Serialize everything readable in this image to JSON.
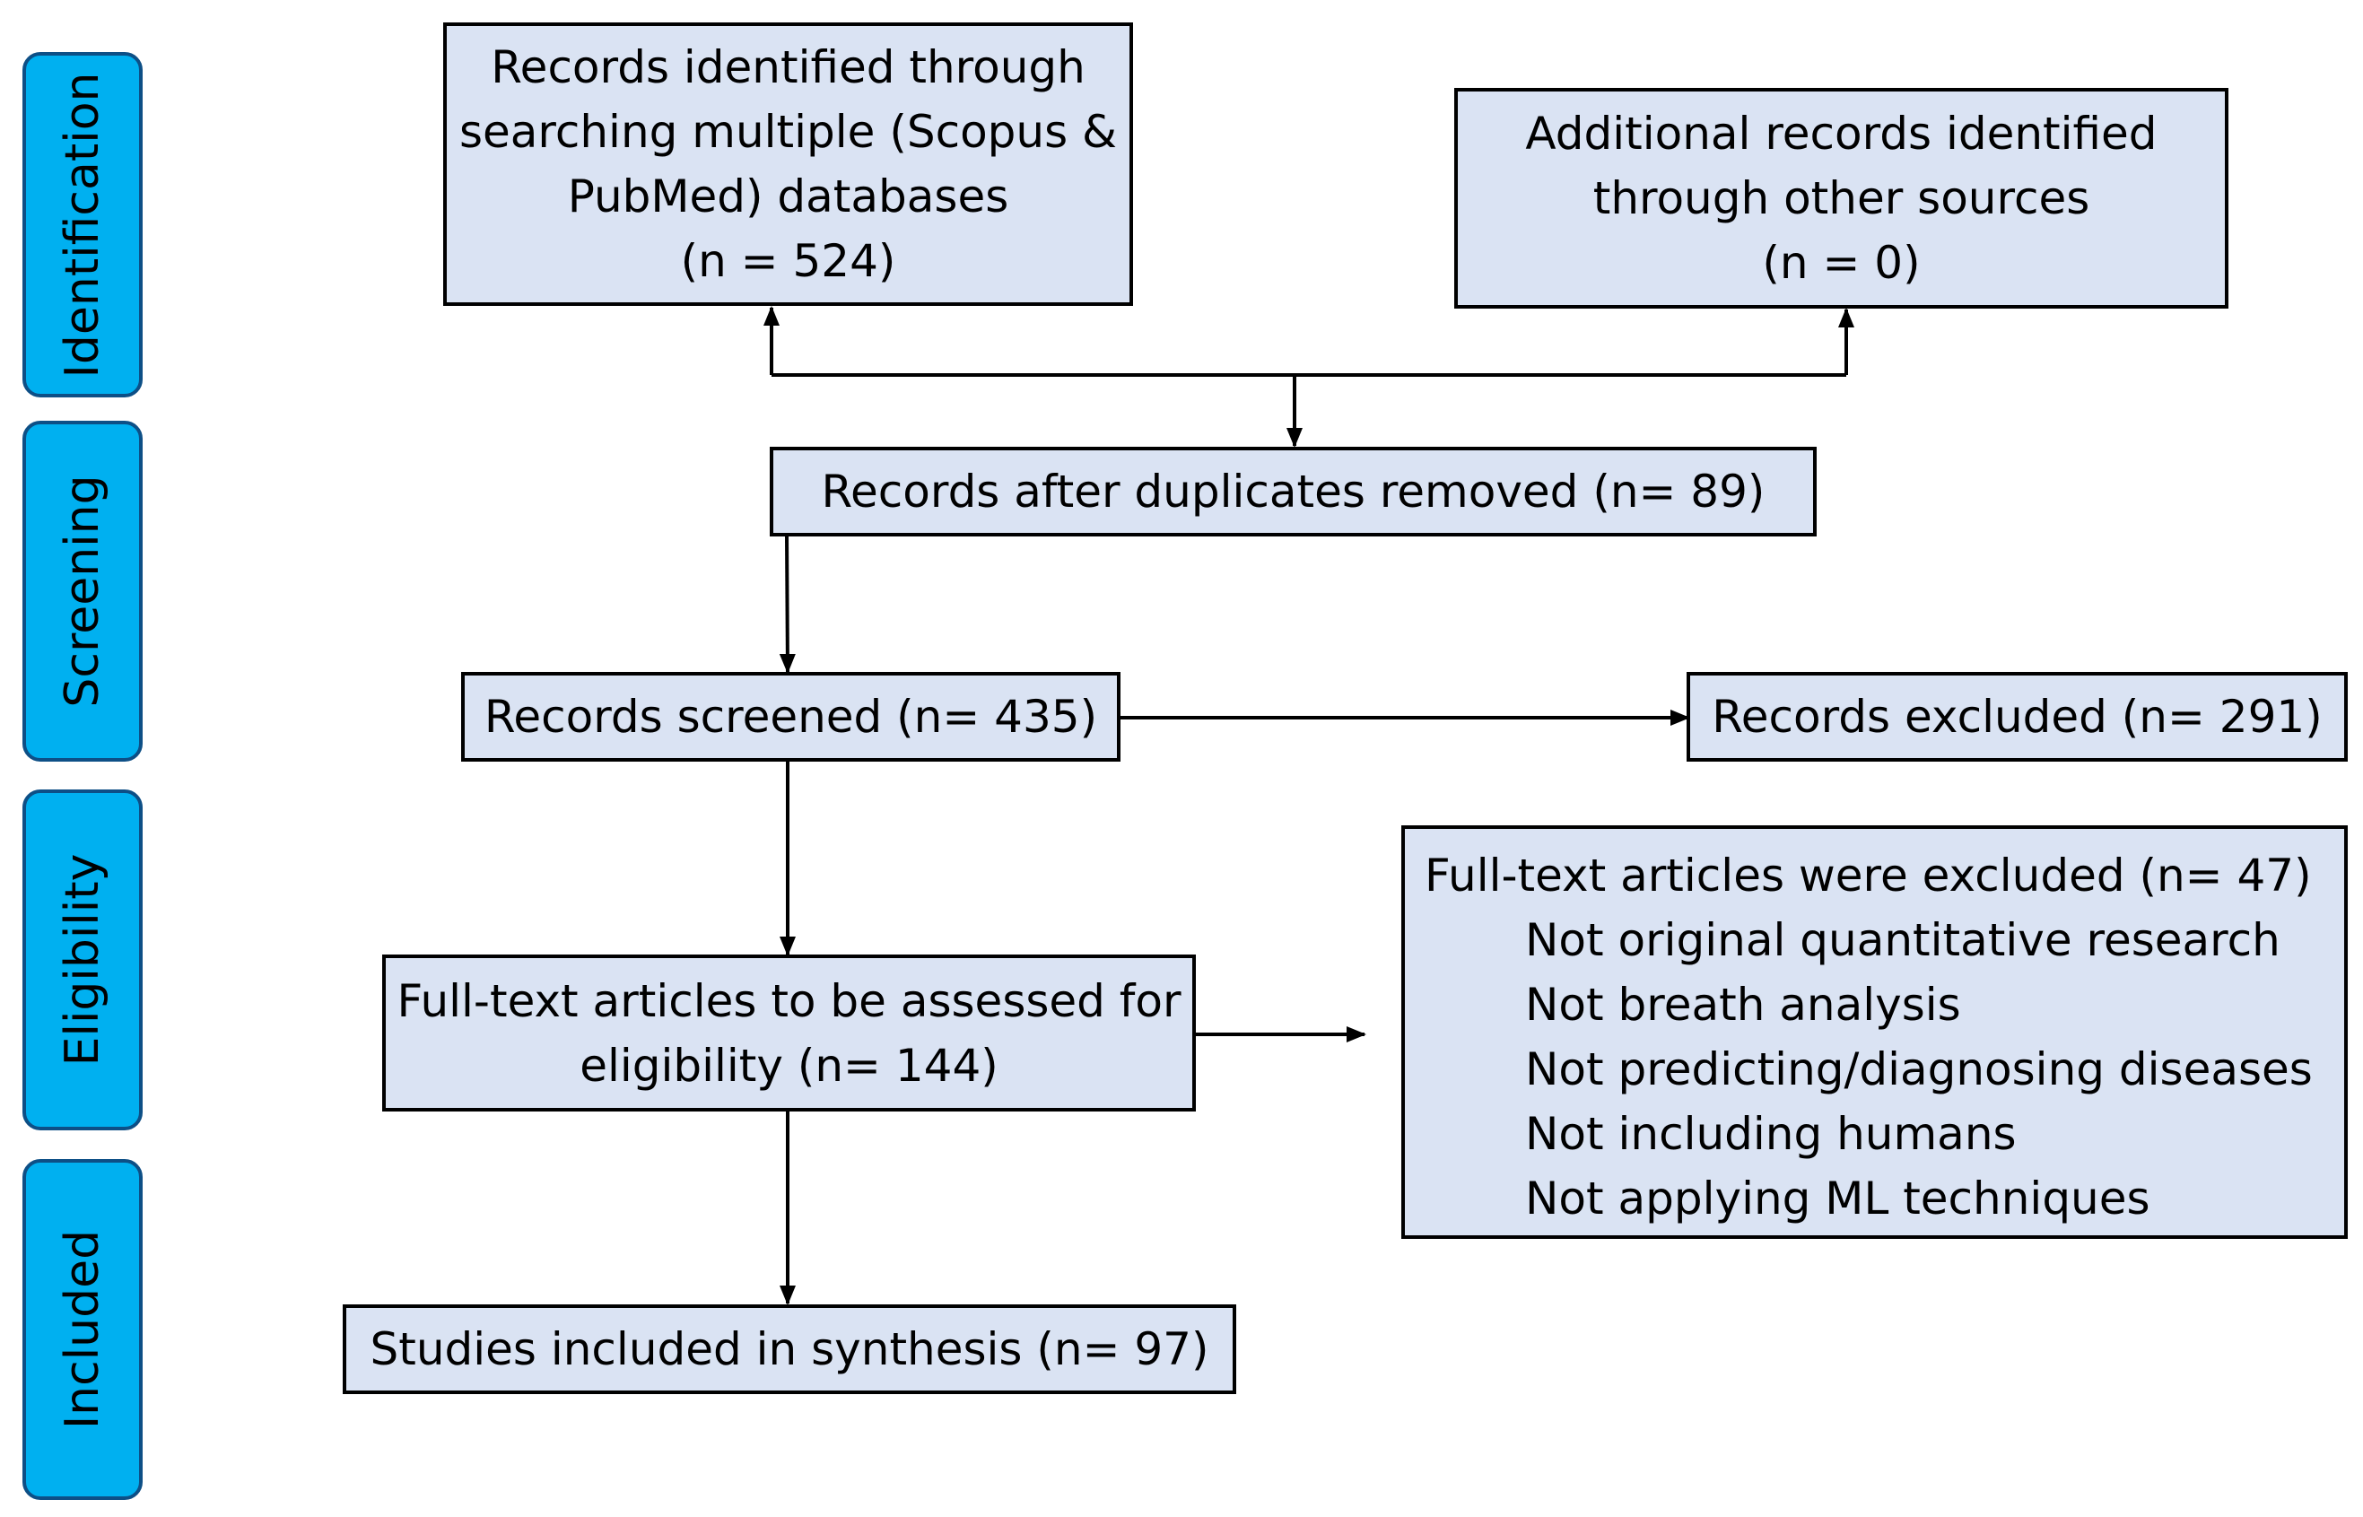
{
  "phases": {
    "identification": "Identification",
    "screening": "Screening",
    "eligibility": "Eligibility",
    "included": "Included"
  },
  "boxes": {
    "records_identified": {
      "line1": "Records identified through",
      "line2": "searching multiple (Scopus &",
      "line3": "PubMed) databases",
      "line4": "(n = 524)"
    },
    "additional_records": {
      "line1": "Additional records identified",
      "line2": "through other sources",
      "line3": "(n = 0)"
    },
    "after_duplicates": "Records after duplicates removed (n= 89)",
    "screened": "Records screened (n= 435)",
    "excluded": "Records excluded (n= 291)",
    "full_text": {
      "line1": "Full-text articles to be assessed for",
      "line2": "eligibility (n= 144)"
    },
    "full_text_excluded": {
      "heading": "Full-text articles were excluded (n= 47)",
      "reasons": [
        "Not original quantitative research",
        "Not breath analysis",
        "Not predicting/diagnosing diseases",
        "Not including humans",
        "Not applying ML techniques"
      ]
    },
    "included": "Studies included in synthesis (n= 97)"
  },
  "colors": {
    "phase_fill": "#00b0f0",
    "phase_border": "#0d4f86",
    "box_fill": "#dae3f3",
    "line": "#000000"
  }
}
